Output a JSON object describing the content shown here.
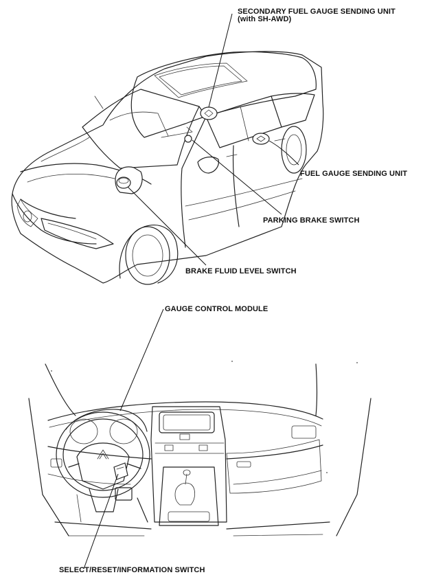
{
  "labels": {
    "secondary_fuel_gauge_line1": "SECONDARY FUEL GAUGE SENDING UNIT",
    "secondary_fuel_gauge_line2": "(with SH-AWD)",
    "fuel_gauge_sending_unit": "FUEL GAUGE SENDING UNIT",
    "parking_brake_switch": "PARKING BRAKE SWITCH",
    "brake_fluid_level_switch": "BRAKE FLUID LEVEL SWITCH",
    "gauge_control_module": "GAUGE CONTROL MODULE",
    "select_reset_information_switch": "SELECT/RESET/INFORMATION SWITCH"
  },
  "icons": {
    "car": "sedan-line-drawing",
    "dashboard": "dashboard-line-drawing"
  }
}
